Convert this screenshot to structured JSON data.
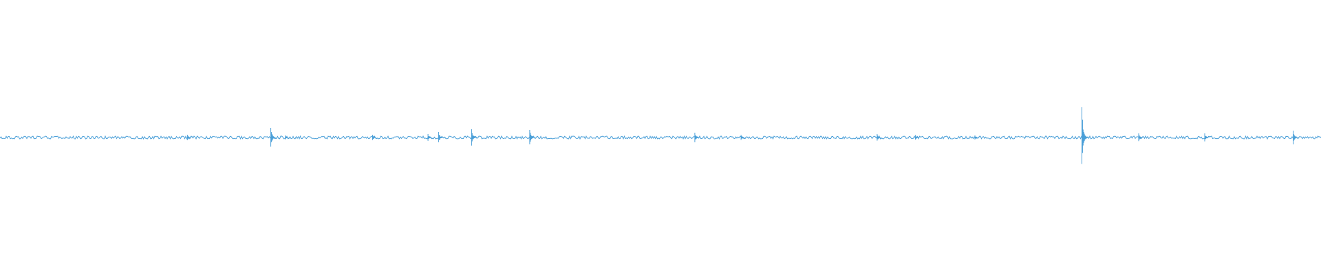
{
  "chart_data": {
    "type": "line",
    "title": "",
    "xlabel": "",
    "ylabel": "",
    "xlim": [
      0,
      1
    ],
    "ylim": [
      -1,
      1
    ],
    "grid": false,
    "legend": "none",
    "line_color": "#4a9fd8",
    "background": "#ffffff",
    "baseline_amplitude": 0.01,
    "series": [
      {
        "name": "",
        "peaks": [
          {
            "x": 0.142,
            "amp": 0.02
          },
          {
            "x": 0.205,
            "amp": 0.07
          },
          {
            "x": 0.216,
            "amp": 0.015
          },
          {
            "x": 0.282,
            "amp": 0.02
          },
          {
            "x": 0.324,
            "amp": 0.025
          },
          {
            "x": 0.332,
            "amp": 0.04
          },
          {
            "x": 0.357,
            "amp": 0.06
          },
          {
            "x": 0.401,
            "amp": 0.055
          },
          {
            "x": 0.526,
            "amp": 0.035
          },
          {
            "x": 0.561,
            "amp": 0.02
          },
          {
            "x": 0.664,
            "amp": 0.025
          },
          {
            "x": 0.693,
            "amp": 0.018
          },
          {
            "x": 0.738,
            "amp": 0.015
          },
          {
            "x": 0.819,
            "amp": 0.22
          },
          {
            "x": 0.862,
            "amp": 0.03
          },
          {
            "x": 0.912,
            "amp": 0.03
          },
          {
            "x": 0.979,
            "amp": 0.05
          }
        ]
      }
    ]
  }
}
